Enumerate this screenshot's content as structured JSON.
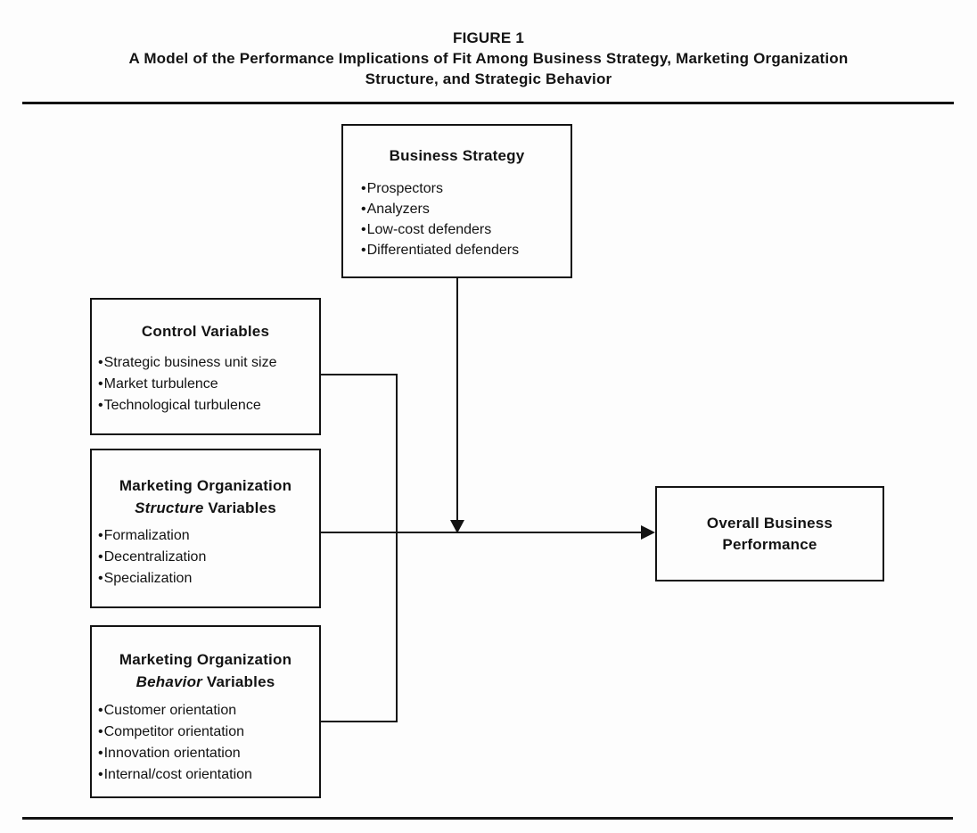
{
  "figure": {
    "label": "FIGURE 1",
    "title_line1": "A Model of the Performance Implications of Fit Among Business Strategy, Marketing Organization",
    "title_line2": "Structure, and Strategic Behavior"
  },
  "glyphs": {
    "bullet": "•"
  },
  "colors": {
    "ink": "#131313",
    "background": "#fdfdfd"
  },
  "boxes": {
    "business_strategy": {
      "title": "Business Strategy",
      "items": [
        "Prospectors",
        "Analyzers",
        "Low-cost defenders",
        "Differentiated defenders"
      ]
    },
    "control_variables": {
      "title": "Control Variables",
      "items": [
        "Strategic business unit size",
        "Market turbulence",
        "Technological turbulence"
      ]
    },
    "structure_variables": {
      "title_line1": "Marketing Organization",
      "title_italic": "Structure",
      "title_rest": " Variables",
      "items": [
        "Formalization",
        "Decentralization",
        "Specialization"
      ]
    },
    "behavior_variables": {
      "title_line1": "Marketing Organization",
      "title_italic": "Behavior",
      "title_rest": " Variables",
      "items": [
        "Customer orientation",
        "Competitor orientation",
        "Innovation orientation",
        "Internal/cost orientation"
      ]
    },
    "overall_performance": {
      "title_line1": "Overall Business",
      "title_line2": "Performance"
    }
  }
}
